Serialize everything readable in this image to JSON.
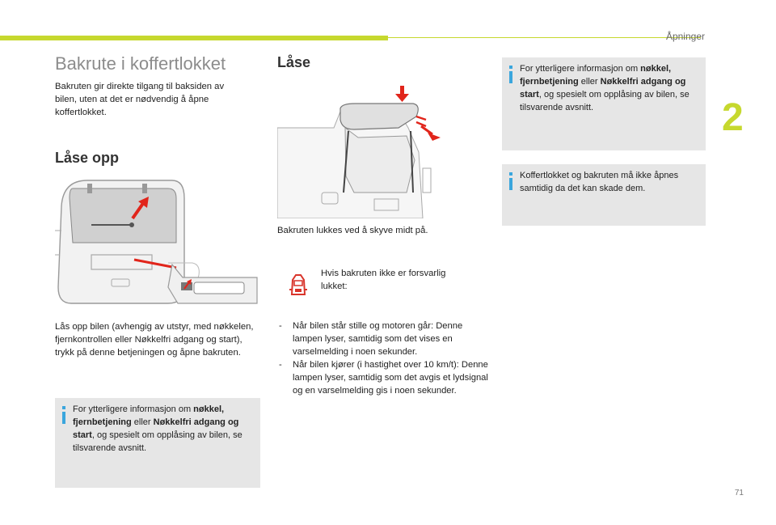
{
  "header": {
    "chapter": "Åpninger",
    "chapter_number": "2",
    "page_number": "71"
  },
  "left": {
    "title": "Bakrute i koffertlokket",
    "intro": "Bakruten gir direkte tilgang til baksiden av bilen, uten at det er nødvendig å åpne koffertlokket.",
    "unlock_heading": "Låse opp",
    "unlock_text": "Lås opp bilen (avhengig av utstyr, med nøkkelen, fjernkontrollen eller Nøkkelfri adgang og start), trykk på denne betjeningen og åpne bakruten.",
    "info": {
      "pre": "For ytterligere informasjon om ",
      "b1": "nøkkel, fjernbetjening",
      "mid": " eller ",
      "b2": "Nøkkelfri adgang og start",
      "post": ", og spesielt om opplåsing av bilen, se tilsvarende avsnitt."
    }
  },
  "middle": {
    "lock_heading": "Låse",
    "close_text": "Bakruten lukkes ved å skyve midt på.",
    "warning_intro": "Hvis bakruten ikke er forsvarlig lukket:",
    "bullets": [
      "Når bilen står stille og motoren går: Denne lampen lyser, samtidig som det vises en varselmelding i noen sekunder.",
      "Når bilen kjører (i hastighet over 10 km/t): Denne lampen lyser, samtidig som det avgis et lydsignal og en varselmelding gis i noen sekunder."
    ]
  },
  "right": {
    "info1": {
      "pre": "For ytterligere informasjon om ",
      "b1": "nøkkel, fjernbetjening",
      "mid": " eller ",
      "b2": "Nøkkelfri adgang og start",
      "post": ", og spesielt om opplåsing av bilen, se tilsvarende avsnitt."
    },
    "info2": "Koffertlokket og bakruten må ikke åpnes samtidig da det kan skade dem."
  },
  "colors": {
    "accent_green": "#c6d82e",
    "info_blue": "#3aa6dd",
    "arrow_red": "#e1251b",
    "warning_red": "#d9342b",
    "info_bg": "#e6e6e6"
  }
}
